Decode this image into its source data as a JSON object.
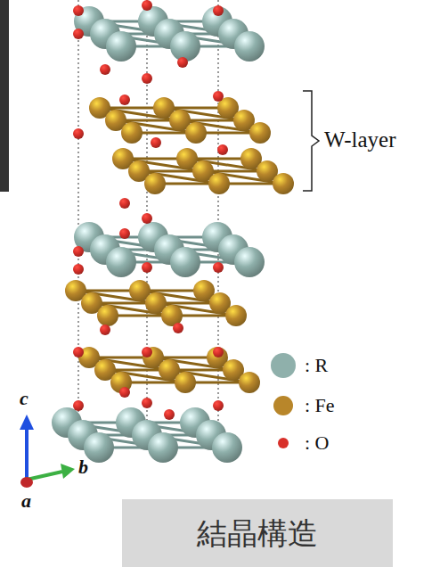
{
  "diagram": {
    "nodes": [
      {
        "text": [
          "結晶構造"
        ]
      }
    ],
    "labels": [
      "W-layer",
      "c",
      "b",
      "a"
    ],
    "legend": [
      {
        "text": ": R",
        "color": "#8fb0ab"
      },
      {
        "text": ": Fe",
        "color": "#b8862a"
      },
      {
        "text": ": O",
        "color": "#d8302a"
      }
    ]
  }
}
